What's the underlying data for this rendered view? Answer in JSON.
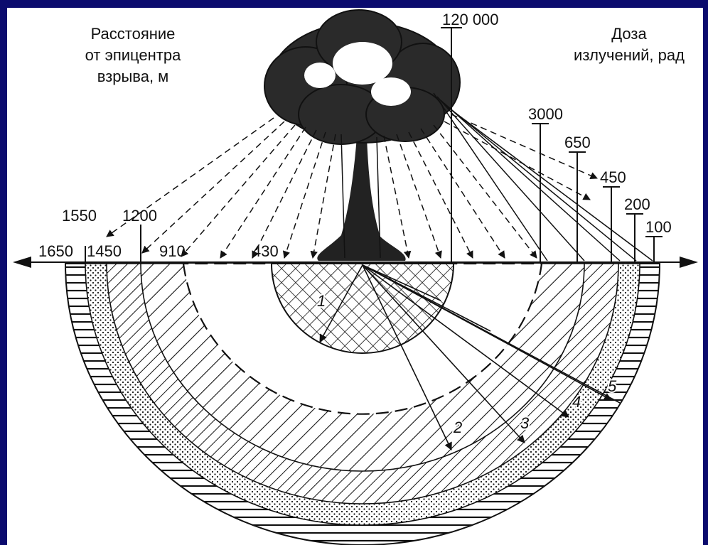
{
  "left_caption": [
    "Расстояние",
    "от эпицентра",
    "взрыва, м"
  ],
  "right_caption": [
    "Доза",
    "излучений, рад"
  ],
  "distance_labels": [
    "1650",
    "1450",
    "910",
    "430",
    "1550",
    "1200"
  ],
  "dose_labels": [
    "120 000",
    "3000",
    "650",
    "450",
    "200",
    "100"
  ],
  "zone_numbers": [
    "1",
    "2",
    "3",
    "4",
    "5"
  ]
}
